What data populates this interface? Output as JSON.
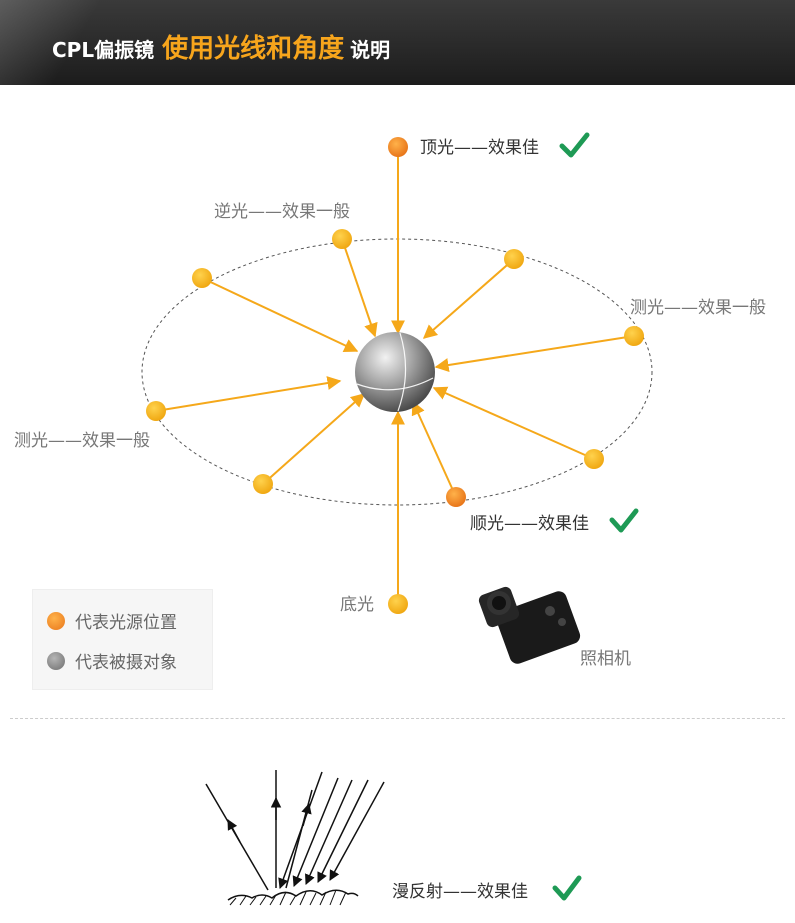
{
  "header": {
    "part1": "CPL偏振镜",
    "part2": "使用光线和角度",
    "part3": "说明"
  },
  "diagram": {
    "top_light": "顶光——效果佳",
    "back_light": "逆光——效果一般",
    "side_light_right": "测光——效果一般",
    "side_light_left": "测光——效果一般",
    "front_light": "顺光——效果佳",
    "bottom_light": "底光",
    "camera_label": "照相机",
    "diffuse_reflection": "漫反射——效果佳"
  },
  "legend": {
    "light_source": "代表光源位置",
    "subject": "代表被摄对象"
  },
  "colors": {
    "light_dot": "#f5b41d",
    "good_light_dot": "#f0861f",
    "arrow": "#f5a81a",
    "check": "#1e9a55",
    "subject_gray": "#8a8a8a"
  }
}
